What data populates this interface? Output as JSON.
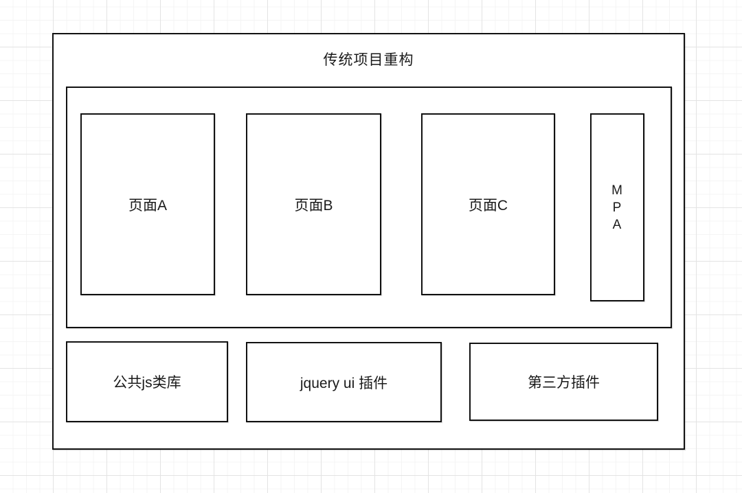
{
  "diagram": {
    "title": "传统项目重构",
    "pages": [
      {
        "label": "页面A"
      },
      {
        "label": "页面B"
      },
      {
        "label": "页面C"
      }
    ],
    "mpa": {
      "text": "M\nP\nA"
    },
    "libs": [
      {
        "label": "公共js类库"
      },
      {
        "label": "jquery ui 插件"
      },
      {
        "label": "第三方插件"
      }
    ],
    "colors": {
      "stroke": "#111111",
      "text": "#1a1a1a",
      "grid_minor": "#f4f4f4",
      "grid_major": "#e3e3e3",
      "background": "#ffffff"
    }
  }
}
